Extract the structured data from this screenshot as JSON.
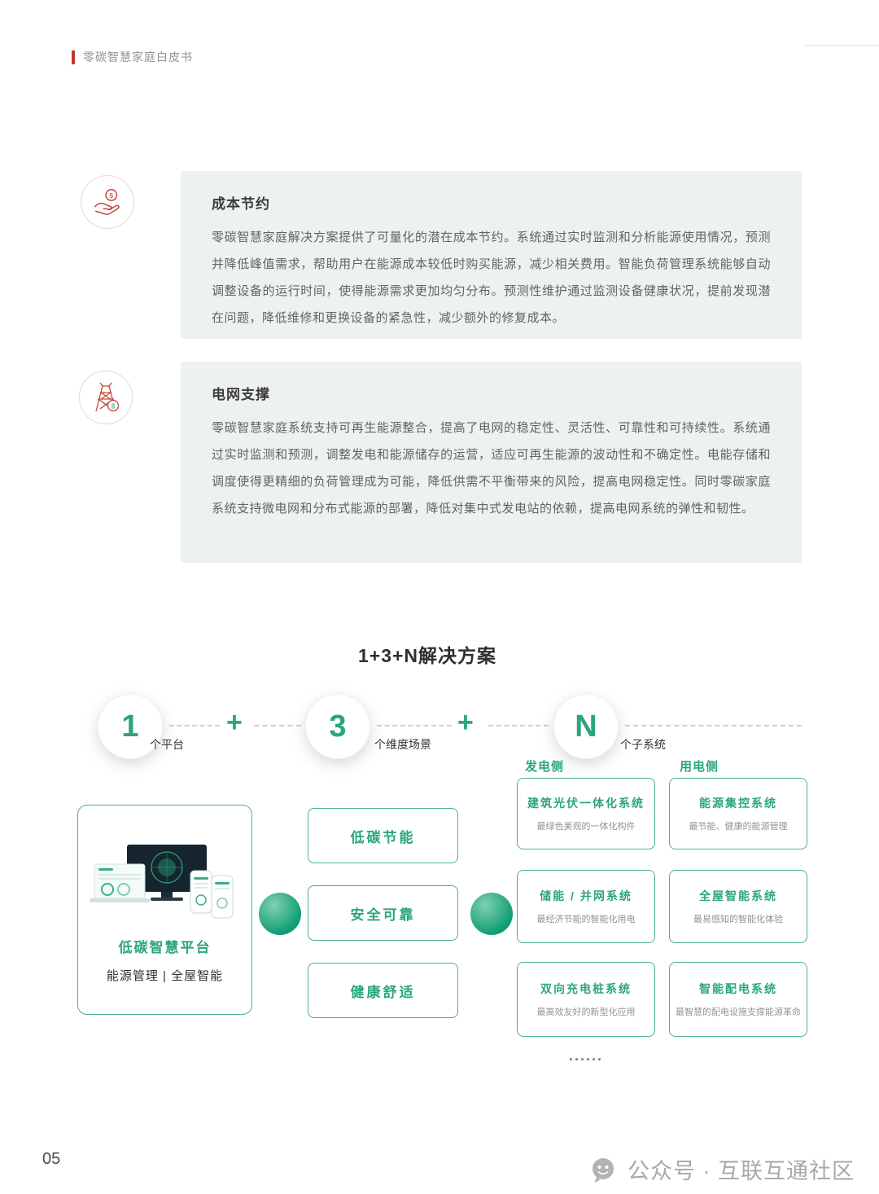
{
  "header": {
    "title": "零碳智慧家庭白皮书"
  },
  "sections": [
    {
      "icon": "hand-coin-icon",
      "title": "成本节约",
      "body": "零碳智慧家庭解决方案提供了可量化的潜在成本节约。系统通过实时监测和分析能源使用情况，预测并降低峰值需求，帮助用户在能源成本较低时购买能源，减少相关费用。智能负荷管理系统能够自动调整设备的运行时间，使得能源需求更加均匀分布。预测性维护通过监测设备健康状况，提前发现潜在问题，降低维修和更换设备的紧急性，减少额外的修复成本。"
    },
    {
      "icon": "power-tower-icon",
      "title": "电网支撑",
      "body": "零碳智慧家庭系统支持可再生能源整合，提高了电网的稳定性、灵活性、可靠性和可持续性。系统通过实时监测和预测，调整发电和能源储存的运营，适应可再生能源的波动性和不确定性。电能存储和调度使得更精细的负荷管理成为可能，降低供需不平衡带来的风险，提高电网稳定性。同时零碳家庭系统支持微电网和分布式能源的部署，降低对集中式发电站的依赖，提高电网系统的弹性和韧性。"
    }
  ],
  "solution": {
    "title": "1+3+N解决方案",
    "plus": "+",
    "nodes": [
      {
        "symbol": "1",
        "label": "个平台"
      },
      {
        "symbol": "3",
        "label": "个维度场景"
      },
      {
        "symbol": "N",
        "label": "个子系统"
      }
    ],
    "column_headers": [
      "发电侧",
      "用电侧"
    ],
    "platform_card": {
      "title": "低碳智慧平台",
      "subtitle": "能源管理 | 全屋智能"
    },
    "scenarios": [
      "低碳节能",
      "安全可靠",
      "健康舒适"
    ],
    "subsystems": [
      {
        "title": "建筑光伏一体化系统",
        "desc": "最绿色美观的一体化构件"
      },
      {
        "title": "能源集控系统",
        "desc": "最节能、健康的能源管理"
      },
      {
        "title": "储能 / 并网系统",
        "desc": "最经济节能的智能化用电"
      },
      {
        "title": "全屋智能系统",
        "desc": "最易感知的智能化体验"
      },
      {
        "title": "双向充电桩系统",
        "desc": "最高效友好的新型化应用"
      },
      {
        "title": "智能配电系统",
        "desc": "最智慧的配电设施支撑能源革命"
      }
    ],
    "ellipsis": "......"
  },
  "footer": {
    "page_number": "05",
    "watermark": "公众号 · 互联互通社区"
  },
  "colors": {
    "accent_red": "#C5372C",
    "teal": "#2BA57E",
    "section_bg": "#EEF1F1"
  }
}
